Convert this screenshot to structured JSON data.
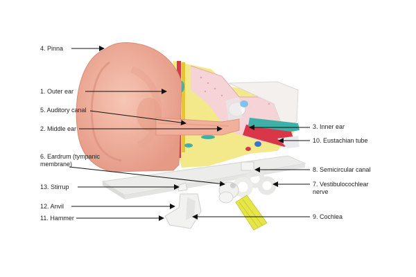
{
  "labels": {
    "pinna": "4. Pinna",
    "outer_ear": "1. Outer ear",
    "auditory_canal": "5. Auditory canal",
    "middle_ear": "2. Middle ear",
    "eardrum": "6. Eardrum (tympanic membrane)",
    "stirrup": "13. Stirrup",
    "anvil": "12. Anvil",
    "hammer": "11. Hammer",
    "inner_ear": "3. Inner ear",
    "eustachian_tube": "10. Eustachian tube",
    "semicircular_canal": "8. Semicircular canal",
    "vestibulocochlear_nerve": "7. Vestibulocochlear nerve",
    "cochlea": "9. Cochlea"
  },
  "colors": {
    "skin": "#f2b7a4",
    "skin_dark": "#d98c78",
    "cartilage_yellow": "#f3e98a",
    "bone_pink": "#f5d3d6",
    "muscle_red": "#d9364a",
    "nerve_teal": "#3fb0a8",
    "model_white": "#f4f4f2",
    "nerve_yellow": "#e6e64a",
    "line": "#111111"
  }
}
